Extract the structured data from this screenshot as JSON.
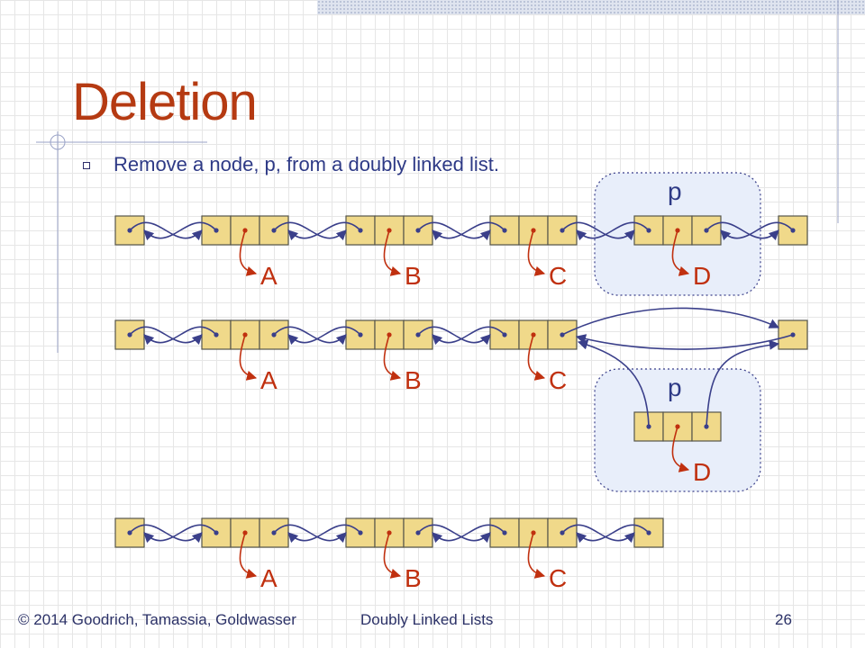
{
  "slide": {
    "title": "Deletion",
    "bullet": "Remove a node, p, from a doubly linked list."
  },
  "diagram": {
    "stage1": {
      "labels": [
        "A",
        "B",
        "C",
        "D"
      ],
      "pointer": "p"
    },
    "stage2": {
      "labels": [
        "A",
        "B",
        "C",
        "D"
      ],
      "pointer": "p"
    },
    "stage3": {
      "labels": [
        "A",
        "B",
        "C"
      ]
    }
  },
  "colors": {
    "title": "#b53a12",
    "text": "#2e3a86",
    "node_fill": "#f0d98a",
    "node_stroke": "#55554a",
    "link": "#3a3f8a",
    "element_arrow": "#c0300f",
    "highlight_fill": "#e8eefa"
  },
  "footer": {
    "copyright": "© 2014 Goodrich, Tamassia, Goldwasser",
    "topic": "Doubly Linked Lists",
    "page": "26"
  }
}
